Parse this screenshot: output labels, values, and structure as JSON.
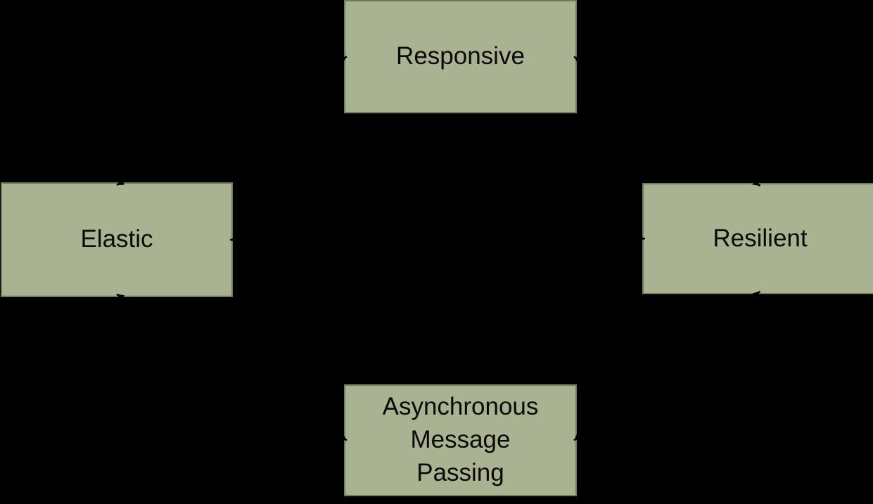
{
  "diagram": {
    "colors": {
      "background": "#000000",
      "box_fill": "#a9b291",
      "box_border": "#6f7d55",
      "text": "#0a0a0a",
      "arrow": "#000000"
    },
    "nodes": [
      {
        "id": "responsive",
        "label": "Responsive"
      },
      {
        "id": "elastic",
        "label": "Elastic"
      },
      {
        "id": "resilient",
        "label": "Resilient"
      },
      {
        "id": "async-message-passing",
        "label": "Asynchronous\nMessage\nPassing"
      }
    ],
    "connections": [
      {
        "from": "elastic",
        "from_side": "top",
        "to": "responsive",
        "to_side": "left",
        "arrows": "both"
      },
      {
        "from": "responsive",
        "from_side": "right",
        "to": "resilient",
        "to_side": "top",
        "arrows": "both"
      },
      {
        "from": "elastic",
        "from_side": "right",
        "to": "resilient",
        "to_side": "left",
        "arrows": "both"
      },
      {
        "from": "elastic",
        "from_side": "bottom",
        "to": "async-message-passing",
        "to_side": "left",
        "arrows": "both"
      },
      {
        "from": "resilient",
        "from_side": "bottom",
        "to": "async-message-passing",
        "to_side": "right",
        "arrows": "both"
      }
    ]
  }
}
